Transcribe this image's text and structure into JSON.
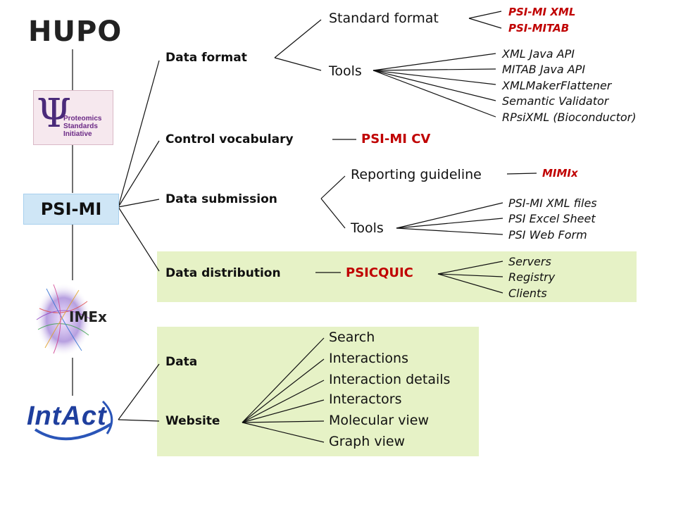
{
  "root": {
    "label": "PSI-MI"
  },
  "logos": {
    "hupo": "HUPO",
    "psi": {
      "symbol": "Ψ",
      "line1": "Proteomics",
      "line2": "Standards",
      "line3": "Initiative"
    },
    "imex": "IMEx",
    "intact": "IntAct"
  },
  "branches": {
    "data_format": {
      "label": "Data format",
      "standard_format": {
        "label": "Standard format",
        "items": [
          "PSI-MI XML",
          "PSI-MITAB"
        ]
      },
      "tools": {
        "label": "Tools",
        "items": [
          "XML Java API",
          "MITAB Java API",
          "XMLMakerFlattener",
          "Semantic Validator",
          "RPsiXML (Bioconductor)"
        ]
      }
    },
    "control_vocabulary": {
      "label": "Control vocabulary",
      "item": "PSI-MI CV"
    },
    "data_submission": {
      "label": "Data submission",
      "reporting_guideline": {
        "label": "Reporting guideline",
        "item": "MIMIx"
      },
      "tools": {
        "label": "Tools",
        "items": [
          "PSI-MI XML files",
          "PSI Excel Sheet",
          "PSI Web Form"
        ]
      }
    },
    "data_distribution": {
      "label": "Data distribution",
      "item": "PSICQUIC",
      "items": [
        "Servers",
        "Registry",
        "Clients"
      ]
    }
  },
  "intact": {
    "data": "Data",
    "website": {
      "label": "Website",
      "items": [
        "Search",
        "Interactions",
        "Interaction details",
        "Interactors",
        "Molecular view",
        "Graph view"
      ]
    }
  },
  "colors": {
    "accent_red": "#c00000",
    "green_box": "#e6f2c6",
    "root_box": "#cfe6f6"
  }
}
